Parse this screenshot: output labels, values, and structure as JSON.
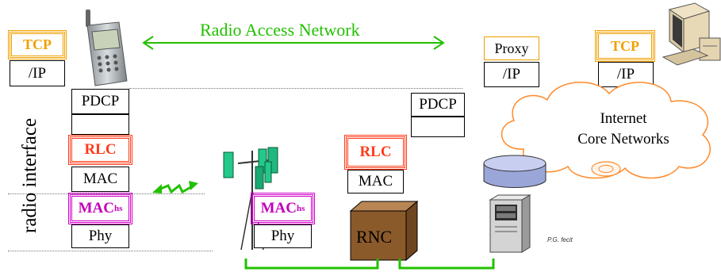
{
  "ran": {
    "label": "Radio Access Network"
  },
  "mobile_stack": {
    "tcp": "TCP",
    "ip": "/IP",
    "pdcp": "PDCP",
    "rlc": "RLC",
    "mac": "MAC",
    "machs_main": "MAC",
    "machs_sub": "hs",
    "phy": "Phy"
  },
  "nodeb_stack": {
    "machs_main": "MAC",
    "machs_sub": "hs",
    "phy": "Phy"
  },
  "rnc_stack": {
    "pdcp": "PDCP",
    "rlc": "RLC",
    "mac": "MAC",
    "rnc_label": "RNC"
  },
  "proxy_stack": {
    "proxy": "Proxy",
    "ip": "/IP"
  },
  "server_stack": {
    "tcp": "TCP",
    "ip": "/IP"
  },
  "radio_interface_label": "radio interface",
  "cloud": {
    "line1": "Internet",
    "line2": "Core Networks"
  },
  "credit": "P.G. fecit",
  "colors": {
    "ran_green": "#22c000",
    "tcp_orange": "#f0a000",
    "rlc_red": "#ff3b1a",
    "machs_magenta": "#d000c8",
    "rnc_brown": "#8b5a2b",
    "cloud_line": "#ff8a2a"
  }
}
